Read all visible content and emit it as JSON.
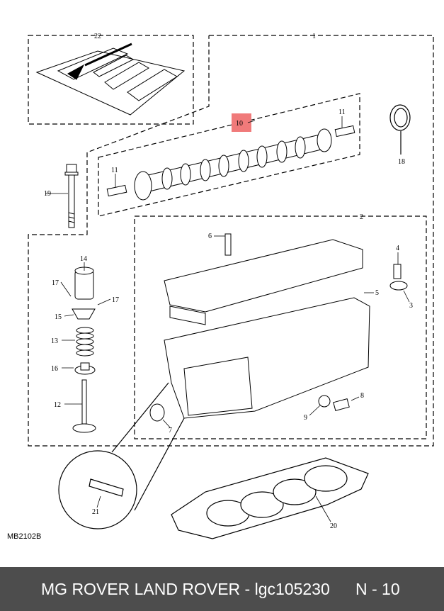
{
  "diagram": {
    "code": "MB2102B",
    "callouts": [
      "22",
      "1",
      "10",
      "11",
      "11",
      "18",
      "19",
      "2",
      "6",
      "4",
      "5",
      "3",
      "14",
      "17",
      "17",
      "15",
      "13",
      "16",
      "12",
      "8",
      "9",
      "7",
      "21",
      "20"
    ],
    "highlight_color": "#f07a7a"
  },
  "footer": {
    "title": "MG ROVER LAND ROVER - lgc105230",
    "page": "N - 10"
  }
}
